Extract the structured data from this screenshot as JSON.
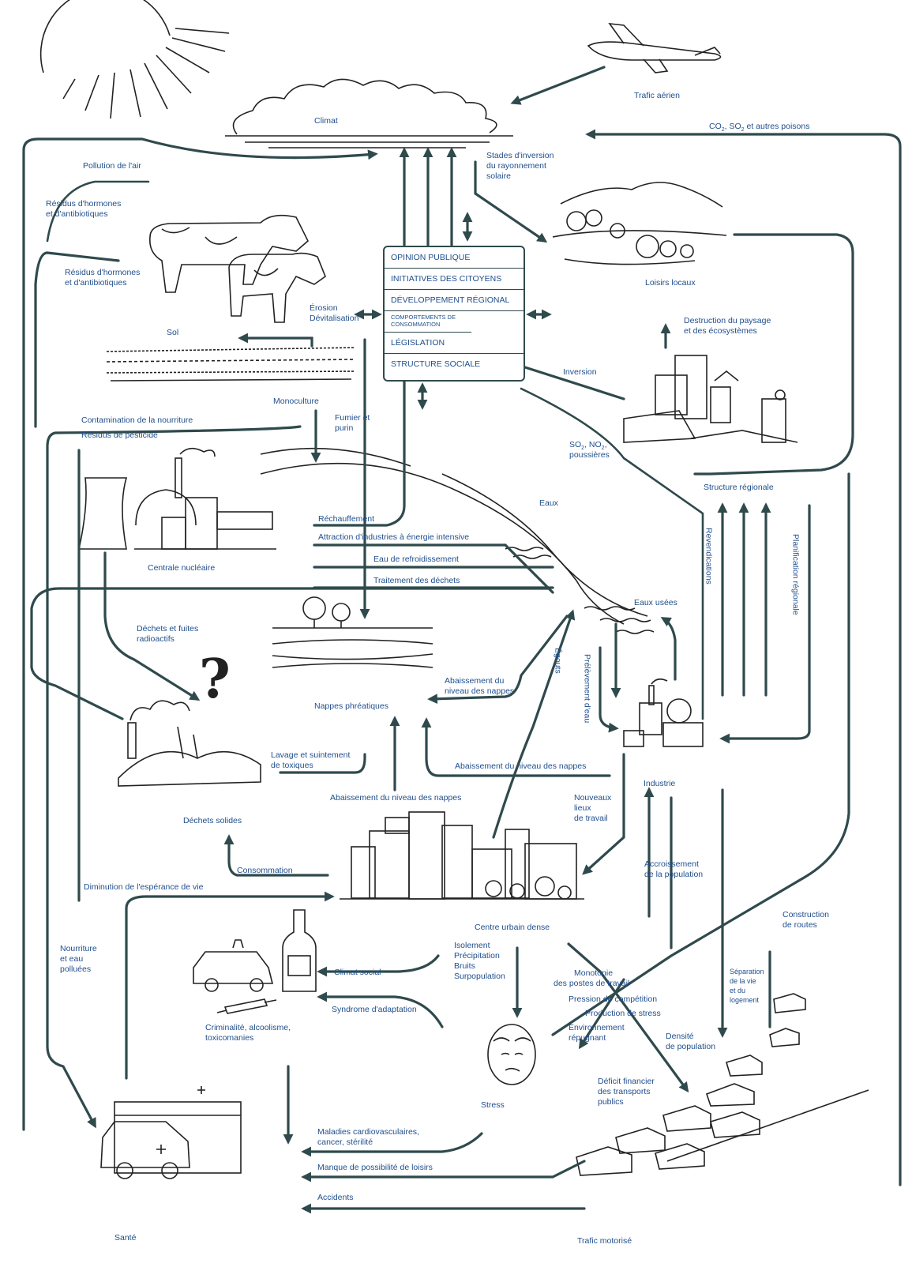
{
  "box": {
    "rows": [
      "OPINION PUBLIQUE",
      "INITIATIVES DES CITOYENS",
      "DÉVELOPPEMENT RÉGIONAL",
      "COMPORTEMENTS DE CONSOMMATION",
      "LÉGISLATION",
      "STRUCTURE SOCIALE"
    ]
  },
  "labels": {
    "trafic_aerien": "Trafic aérien",
    "climat": "Climat",
    "co2_prefix": "CO",
    "co2_mid": ", SO",
    "co2_suffix": " et autres poisons",
    "sub2": "2",
    "pollution_air": "Pollution de l'air",
    "stades_1": "Stades d'inversion",
    "stades_2": "du rayonnement",
    "stades_3": "solaire",
    "residus1_1": "Résidus d'hormones",
    "residus1_2": "et d'antibiotiques",
    "residus2_1": "Résidus d'hormones",
    "residus2_2": "et d'antibiotiques",
    "loisirs_locaux": "Loisirs locaux",
    "erosion_1": "Érosion",
    "erosion_2": "Dévitalisation",
    "sol": "Sol",
    "destruction_1": "Destruction du paysage",
    "destruction_2": "et des écosystèmes",
    "inversion": "Inversion",
    "monoculture": "Monoculture",
    "fumier_1": "Fumier et",
    "fumier_2": "purin",
    "contamination": "Contamination de la nourriture",
    "pesticide": "Résidus de pesticide",
    "so2_so": "SO",
    "so2_no": ", NO",
    "so2_end": ",",
    "poussieres": "poussières",
    "eaux": "Eaux",
    "structure_regionale": "Structure régionale",
    "centrale": "Centrale nucléaire",
    "rechauffement": "Réchauffement",
    "attraction": "Attraction d'industries à énergie intensive",
    "eau_refroid": "Eau de refroidissement",
    "traitement": "Traitement des déchets",
    "revendications": "Revendications",
    "planification": "Planification régionale",
    "eaux_usees": "Eaux usées",
    "dechets_1": "Déchets et fuites",
    "dechets_2": "radioactifs",
    "egouts": "Égouts",
    "prelevement": "Prélèvement d'eau",
    "abaissement1_1": "Abaissement du",
    "abaissement1_2": "niveau des nappes",
    "nappes": "Nappes phréatiques",
    "lavage_1": "Lavage et suintement",
    "lavage_2": "de toxiques",
    "abaissement2": "Abaissement du niveau des nappes",
    "industrie": "Industrie",
    "abaissement3": "Abaissement du niveau des nappes",
    "dechets_solides": "Déchets solides",
    "nouveaux_1": "Nouveaux",
    "nouveaux_2": "lieux",
    "nouveaux_3": "de travail",
    "consommation": "Consommation",
    "accroissement_1": "Accroissement",
    "accroissement_2": "de la population",
    "diminution": "Diminution de l'espérance de vie",
    "centre_urbain": "Centre urbain dense",
    "construction_1": "Construction",
    "construction_2": "de routes",
    "nourriture_1": "Nourriture",
    "nourriture_2": "et eau",
    "nourriture_3": "polluées",
    "isolement_1": "Isolement",
    "isolement_2": "Précipitation",
    "isolement_3": "Bruits",
    "isolement_4": "Surpopulation",
    "climat_social": "Climat social",
    "monotonie_1": "Monotonie",
    "monotonie_2": "des postes de travail",
    "separation_1": "Séparation",
    "separation_2": "de la vie",
    "separation_3": "et du",
    "separation_4": "logement",
    "syndrome": "Syndrome d'adaptation",
    "pression": "Pression de compétition",
    "production_stress": "Production de stress",
    "environnement_1": "Environnement",
    "environnement_2": "répugnant",
    "criminalite_1": "Criminalité, alcoolisme,",
    "criminalite_2": "toxicomanies",
    "densite_1": "Densité",
    "densite_2": "de population",
    "deficit_1": "Déficit financier",
    "deficit_2": "des transports",
    "deficit_3": "publics",
    "stress": "Stress",
    "maladies_1": "Maladies cardiovasculaires,",
    "maladies_2": "cancer, stérilité",
    "manque": "Manque de possibilité de loisirs",
    "accidents": "Accidents",
    "sante": "Santé",
    "trafic_motorise": "Trafic motorisé"
  }
}
